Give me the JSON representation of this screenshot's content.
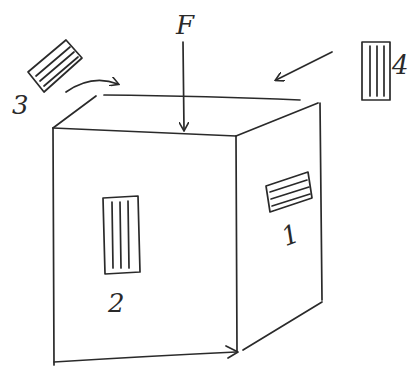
{
  "diagram": {
    "labels": [
      "F",
      "3",
      "4",
      "2",
      "1"
    ]
  }
}
